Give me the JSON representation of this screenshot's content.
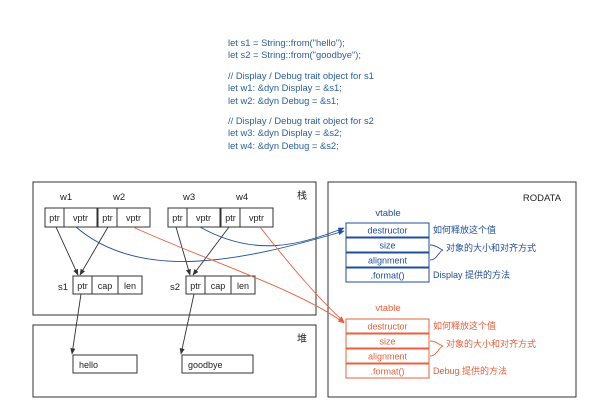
{
  "code_block_1": [
    "let s1 = String::from(\"hello\");",
    "let s2 = String::from(\"goodbye\");"
  ],
  "code_block_2": [
    "// Display / Debug trait object for s1",
    "let w1: &dyn Display = &s1;",
    "let w2: &dyn Debug = &s1;"
  ],
  "code_block_3": [
    "// Display / Debug trait object for s2",
    "let w3: &dyn Display = &s2;",
    "let w4: &dyn Debug = &s2;"
  ],
  "stack_panel": {
    "title": "栈",
    "fat_pointers": [
      {
        "name": "w1",
        "fields": [
          "ptr",
          "vptr"
        ]
      },
      {
        "name": "w2",
        "fields": [
          "ptr",
          "vptr"
        ]
      },
      {
        "name": "w3",
        "fields": [
          "ptr",
          "vptr"
        ]
      },
      {
        "name": "w4",
        "fields": [
          "ptr",
          "vptr"
        ]
      }
    ],
    "strings": [
      {
        "name": "s1",
        "fields": [
          "ptr",
          "cap",
          "len"
        ]
      },
      {
        "name": "s2",
        "fields": [
          "ptr",
          "cap",
          "len"
        ]
      }
    ]
  },
  "heap_panel": {
    "title": "堆",
    "values": [
      "hello",
      "goodbye"
    ]
  },
  "rodata_panel": {
    "title": "RODATA",
    "vtables": [
      {
        "label": "vtable",
        "color": "#1f4e9c",
        "rows": [
          "destructor",
          "size",
          "alignment",
          ".format()"
        ],
        "notes": [
          "如何释放这个值",
          "对象的大小和对齐方式",
          "Display 提供的方法"
        ]
      },
      {
        "label": "vtable",
        "color": "#e8603c",
        "rows": [
          "destructor",
          "size",
          "alignment",
          ".format()"
        ],
        "notes": [
          "如何释放这个值",
          "对象的大小和对齐方式",
          "Debug 提供的方法"
        ]
      }
    ]
  },
  "colors": {
    "code_text": "#2a5f9e",
    "display_arrow": "#1f4e9c",
    "debug_arrow": "#e8603c",
    "outline": "#333333"
  }
}
